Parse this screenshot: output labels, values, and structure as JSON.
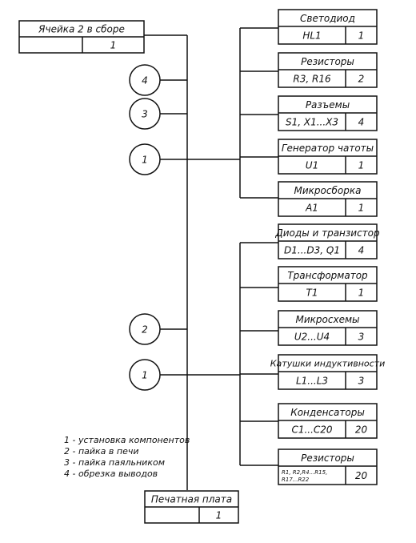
{
  "assembly": {
    "title": "Ячейка 2 в сборе",
    "ref": "",
    "qty": "1"
  },
  "base": {
    "title": "Печатная плата",
    "ref": "",
    "qty": "1"
  },
  "upper_components": [
    {
      "name": "Светодиод",
      "ref": "HL1",
      "qty": "1"
    },
    {
      "name": "Резисторы",
      "ref": "R3, R16",
      "qty": "2"
    },
    {
      "name": "Разъемы",
      "ref": "S1, X1...X3",
      "qty": "4"
    },
    {
      "name": "Генератор чатоты",
      "ref": "U1",
      "qty": "1"
    },
    {
      "name": "Микросборка",
      "ref": "A1",
      "qty": "1"
    }
  ],
  "lower_components": [
    {
      "name": "Диоды и транзистор",
      "ref": "D1...D3, Q1",
      "qty": "4"
    },
    {
      "name": "Трансформатор",
      "ref": "T1",
      "qty": "1"
    },
    {
      "name": "Микросхемы",
      "ref": "U2...U4",
      "qty": "3"
    },
    {
      "name": "Катушки индуктивности",
      "ref": "L1...L3",
      "qty": "3"
    },
    {
      "name": "Конденсаторы",
      "ref": "C1...C20",
      "qty": "20"
    },
    {
      "name": "Резисторы",
      "ref_lines": [
        "R1, R2,R4...R15,",
        "R17...R22"
      ],
      "qty": "20"
    }
  ],
  "operations": [
    "4",
    "3",
    "1",
    "2",
    "1"
  ],
  "legend": [
    "1 - установка компонентов",
    "2 - пайка в печи",
    "3 - пайка паяльником",
    "4 - обрезка выводов"
  ]
}
